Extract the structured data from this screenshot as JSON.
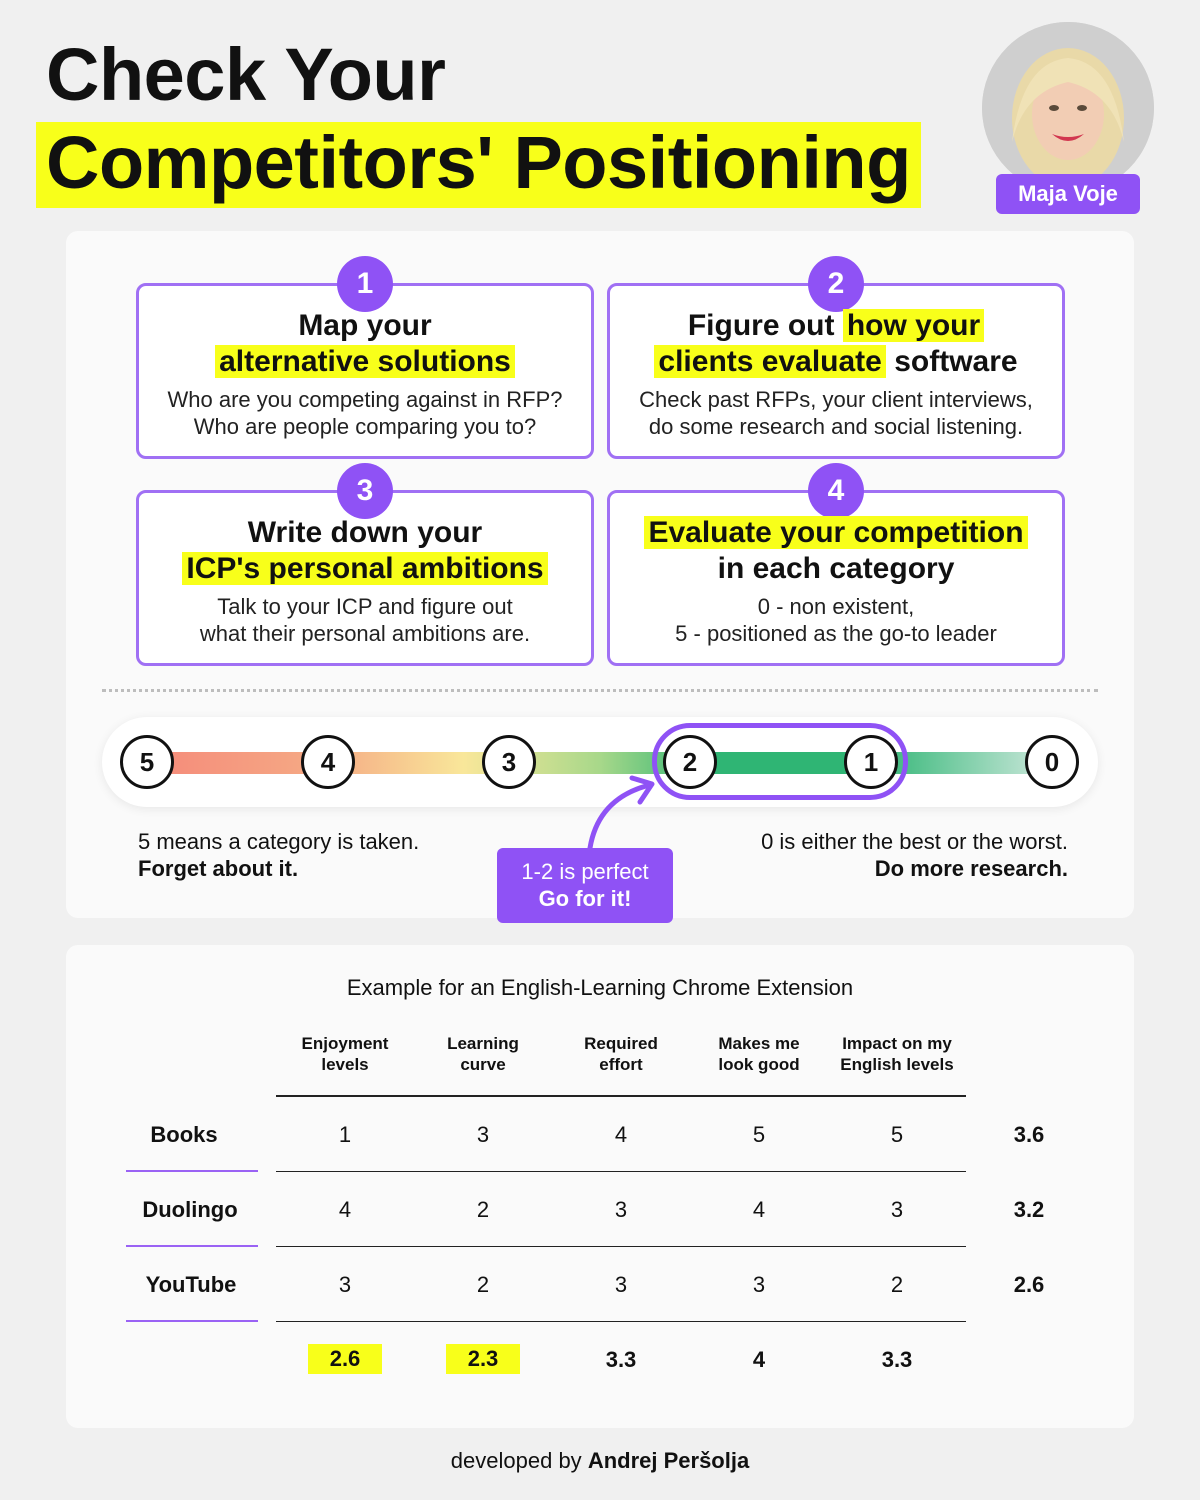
{
  "header": {
    "title_line1": "Check Your",
    "title_line2": "Competitors' Positioning",
    "author_name": "Maja Voje"
  },
  "steps": [
    {
      "number": "1",
      "head_plain_1": "Map your",
      "head_hl": "alternative solutions",
      "body_line1": "Who are you competing against in RFP?",
      "body_line2": "Who are people comparing you to?"
    },
    {
      "number": "2",
      "head_plain_1": "Figure out",
      "head_hl_1": "how your",
      "head_hl_2": "clients evaluate",
      "head_plain_2": "software",
      "body_line1": "Check past RFPs, your client interviews,",
      "body_line2": "do some research and social listening."
    },
    {
      "number": "3",
      "head_plain_1": "Write down your",
      "head_hl": "ICP's personal ambitions",
      "body_line1": "Talk to your ICP and figure out",
      "body_line2": "what their personal ambitions are."
    },
    {
      "number": "4",
      "head_hl": "Evaluate your competition",
      "head_plain_1": "in each category",
      "body_line1": "0 - non existent,",
      "body_line2": "5 - positioned as the go-to leader"
    }
  ],
  "scale": {
    "nodes": [
      "5",
      "4",
      "3",
      "2",
      "1",
      "0"
    ],
    "left_note": "5 means a category is taken.",
    "left_note_bold": "Forget about it.",
    "right_note": "0 is either the best or the worst.",
    "right_note_bold": "Do more research.",
    "callout_line1": "1-2 is perfect",
    "callout_line2": "Go for it!"
  },
  "example": {
    "title": "Example for an English-Learning Chrome Extension",
    "columns": [
      {
        "line1": "Enjoyment",
        "line2": "levels"
      },
      {
        "line1": "Learning",
        "line2": "curve"
      },
      {
        "line1": "Required",
        "line2": "effort"
      },
      {
        "line1": "Makes me",
        "line2": "look good"
      },
      {
        "line1": "Impact on my",
        "line2": "English levels"
      }
    ],
    "rows": [
      {
        "name": "Books",
        "values": [
          "1",
          "3",
          "4",
          "5",
          "5"
        ],
        "avg": "3.6"
      },
      {
        "name": "Duolingo",
        "values": [
          "4",
          "2",
          "3",
          "4",
          "3"
        ],
        "avg": "3.2"
      },
      {
        "name": "YouTube",
        "values": [
          "3",
          "2",
          "3",
          "3",
          "2"
        ],
        "avg": "2.6"
      }
    ],
    "column_avgs": [
      "2.6",
      "2.3",
      "3.3",
      "4",
      "3.3"
    ]
  },
  "footer": {
    "prefix": "developed by",
    "name": "Andrej Peršolja"
  },
  "colors": {
    "accent_purple": "#8f52f5",
    "highlight_yellow": "#f8ff1a"
  }
}
